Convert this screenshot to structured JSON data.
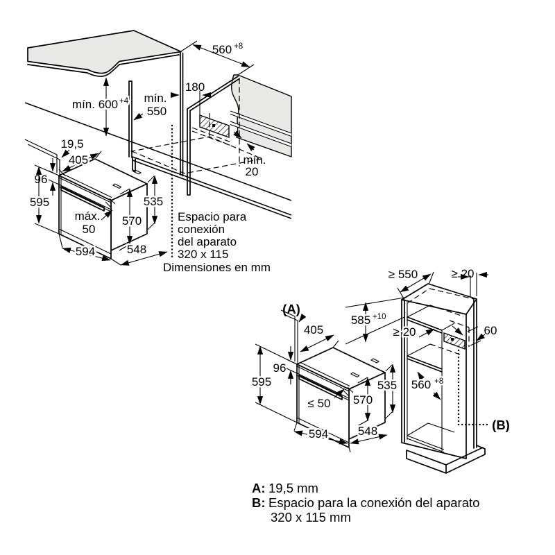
{
  "colors": {
    "surface_grey": "#e9e9e7",
    "line_black": "#000000"
  },
  "d1": {
    "niche_width": "560",
    "niche_width_sup": "+8",
    "niche_height": "mín. 600",
    "niche_height_sup": "+4",
    "niche_depth_l1": "mín.",
    "niche_depth_l2": "550",
    "conn_offset": "180",
    "rear_gap_l1": "mín.",
    "rear_gap_l2": "20",
    "front_offset": "19,5",
    "top_depth": "405",
    "panel_height": "96",
    "oven_height": "595",
    "handle_l1": "máx.",
    "handle_l2": "50",
    "door_height": "570",
    "casing_height": "535",
    "oven_width": "594",
    "casing_depth": "548",
    "conn_note_l1": "Espacio para",
    "conn_note_l2": "conexión",
    "conn_note_l3": "del aparato",
    "conn_note_l4": "320 x 115",
    "units_note": "Dimensiones en mm"
  },
  "d2": {
    "label_a": "(A)",
    "cab_depth": "≥ 550",
    "top_gap": "≥ 20",
    "niche_top": "585",
    "niche_top_sup": "+10",
    "shelf_gap": "≥ 20",
    "conn_height": "60",
    "top_depth": "405",
    "panel_height": "96",
    "oven_height": "595",
    "handle": "≤ 50",
    "door_height": "570",
    "casing_height": "535",
    "niche_height": "560",
    "niche_height_sup": "+8",
    "oven_width": "594",
    "casing_depth": "548",
    "label_b": "(B)"
  },
  "legend": {
    "a_key": "A:",
    "a_val": "19,5 mm",
    "b_key": "B:",
    "b_val": "Espacio para la conexión del aparato",
    "b_cont": "320 x 115 mm"
  }
}
